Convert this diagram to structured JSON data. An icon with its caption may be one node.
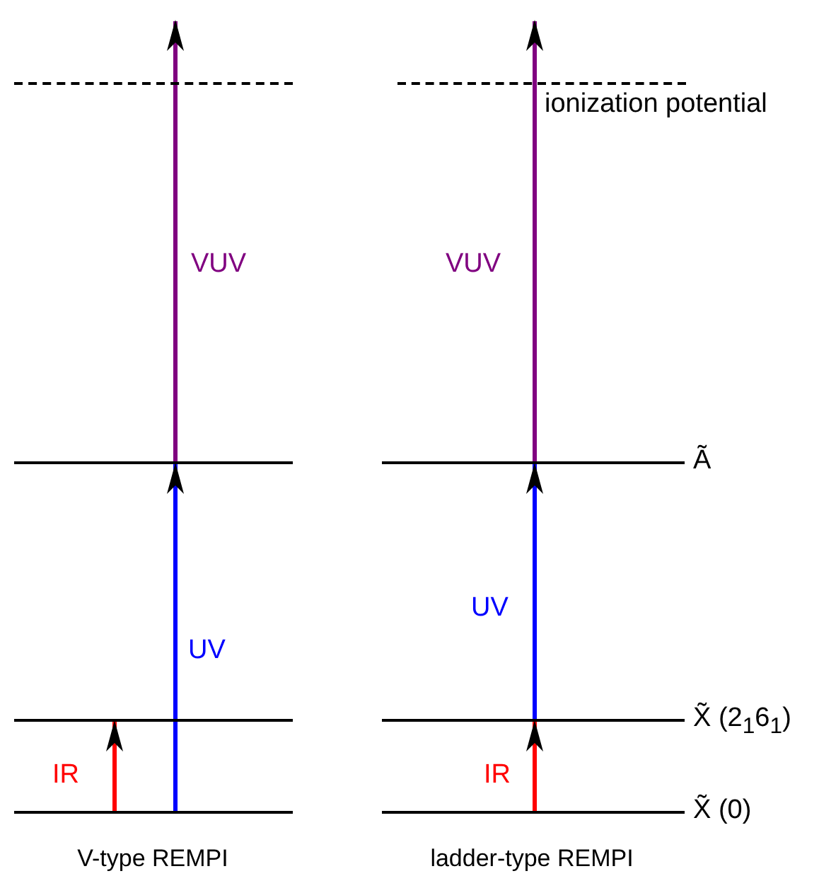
{
  "diagram": {
    "nodes": [
      {
        "text": [],
        "shape": "bar"
      },
      {
        "text": [
          "ionization potential"
        ]
      },
      {
        "text": [],
        "shape": "bar"
      },
      {
        "text": [
          "Ã"
        ]
      },
      {
        "text": [],
        "shape": "bar"
      },
      {
        "text": [
          "X̃ (2$_{1}$6$_{1}$)"
        ]
      },
      {
        "text": [],
        "shape": "bar"
      },
      {
        "text": [
          "X̃ (0)"
        ]
      }
    ],
    "edges": [
      {
        "from": 6,
        "to": 4,
        "arrow": "to",
        "label": "IR",
        "color": "#ff0000"
      },
      {
        "from": 6,
        "to": 2,
        "arrow": "to",
        "label": "UV",
        "color": "#0000ff"
      },
      {
        "from": 2,
        "to": null,
        "arrow": "to",
        "label": "VUV",
        "color": "#800080"
      },
      {
        "from": 7,
        "to": 5,
        "arrow": "to",
        "label": "IR",
        "color": "#ff0000"
      },
      {
        "from": 5,
        "to": 3,
        "arrow": "to",
        "label": "UV",
        "color": "#0000ff"
      },
      {
        "from": 3,
        "to": null,
        "arrow": "to",
        "label": "VUV",
        "color": "#800080"
      }
    ],
    "labels": [
      "V-type REMPI",
      "ladder-type REMPI"
    ]
  }
}
